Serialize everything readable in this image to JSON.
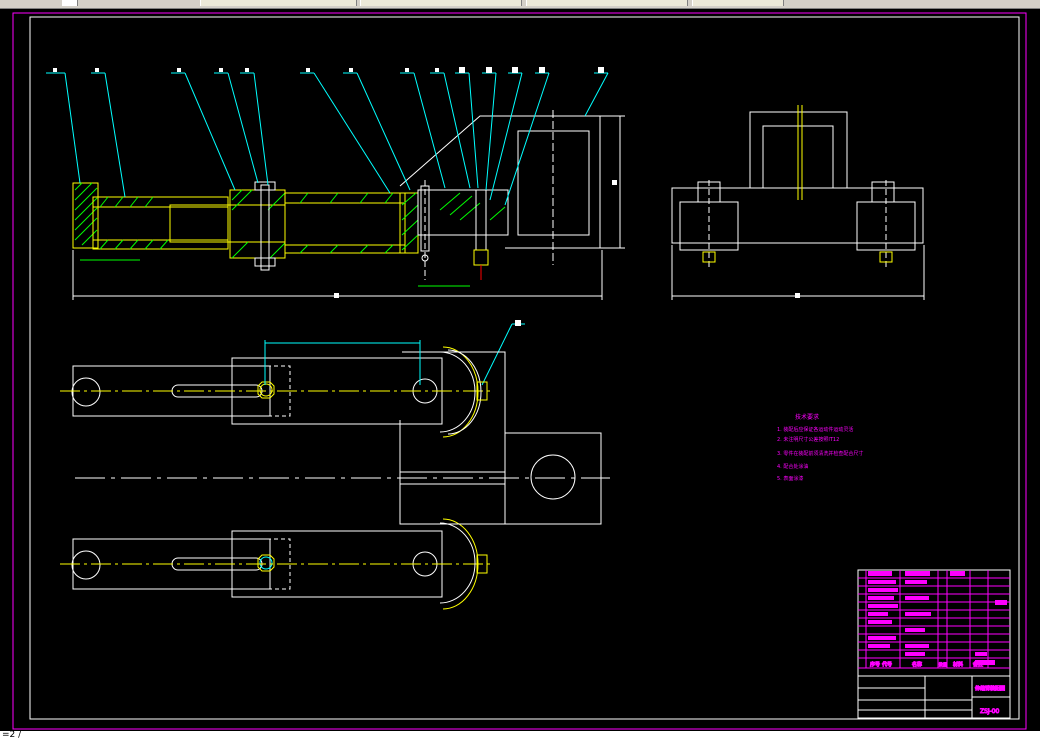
{
  "window": {
    "status_text": "=2 /"
  },
  "drawing": {
    "tech_requirements": {
      "title": "技术要求",
      "items": [
        "1. 装配后应保证各运动件运动灵活",
        "2. 未注明尺寸公差按照IT12",
        "3. 零件在装配前须清洗并检查配合尺寸",
        "4. 配合处涂油",
        "5. 表面涂漆"
      ]
    },
    "title_block": {
      "col_headers": [
        "序号",
        "代号",
        "名称",
        "数量",
        "材料",
        "备注"
      ],
      "drawing_name": "伸缩臂装配图",
      "drawing_no": "ZSJ-00"
    },
    "colors": {
      "background": "#000000",
      "outline": "#ffffff",
      "part": "#ffff00",
      "leader": "#00ffff",
      "hatch": "#00ff00",
      "annotation": "#ff00ff",
      "centerline": "#ffff00"
    }
  }
}
